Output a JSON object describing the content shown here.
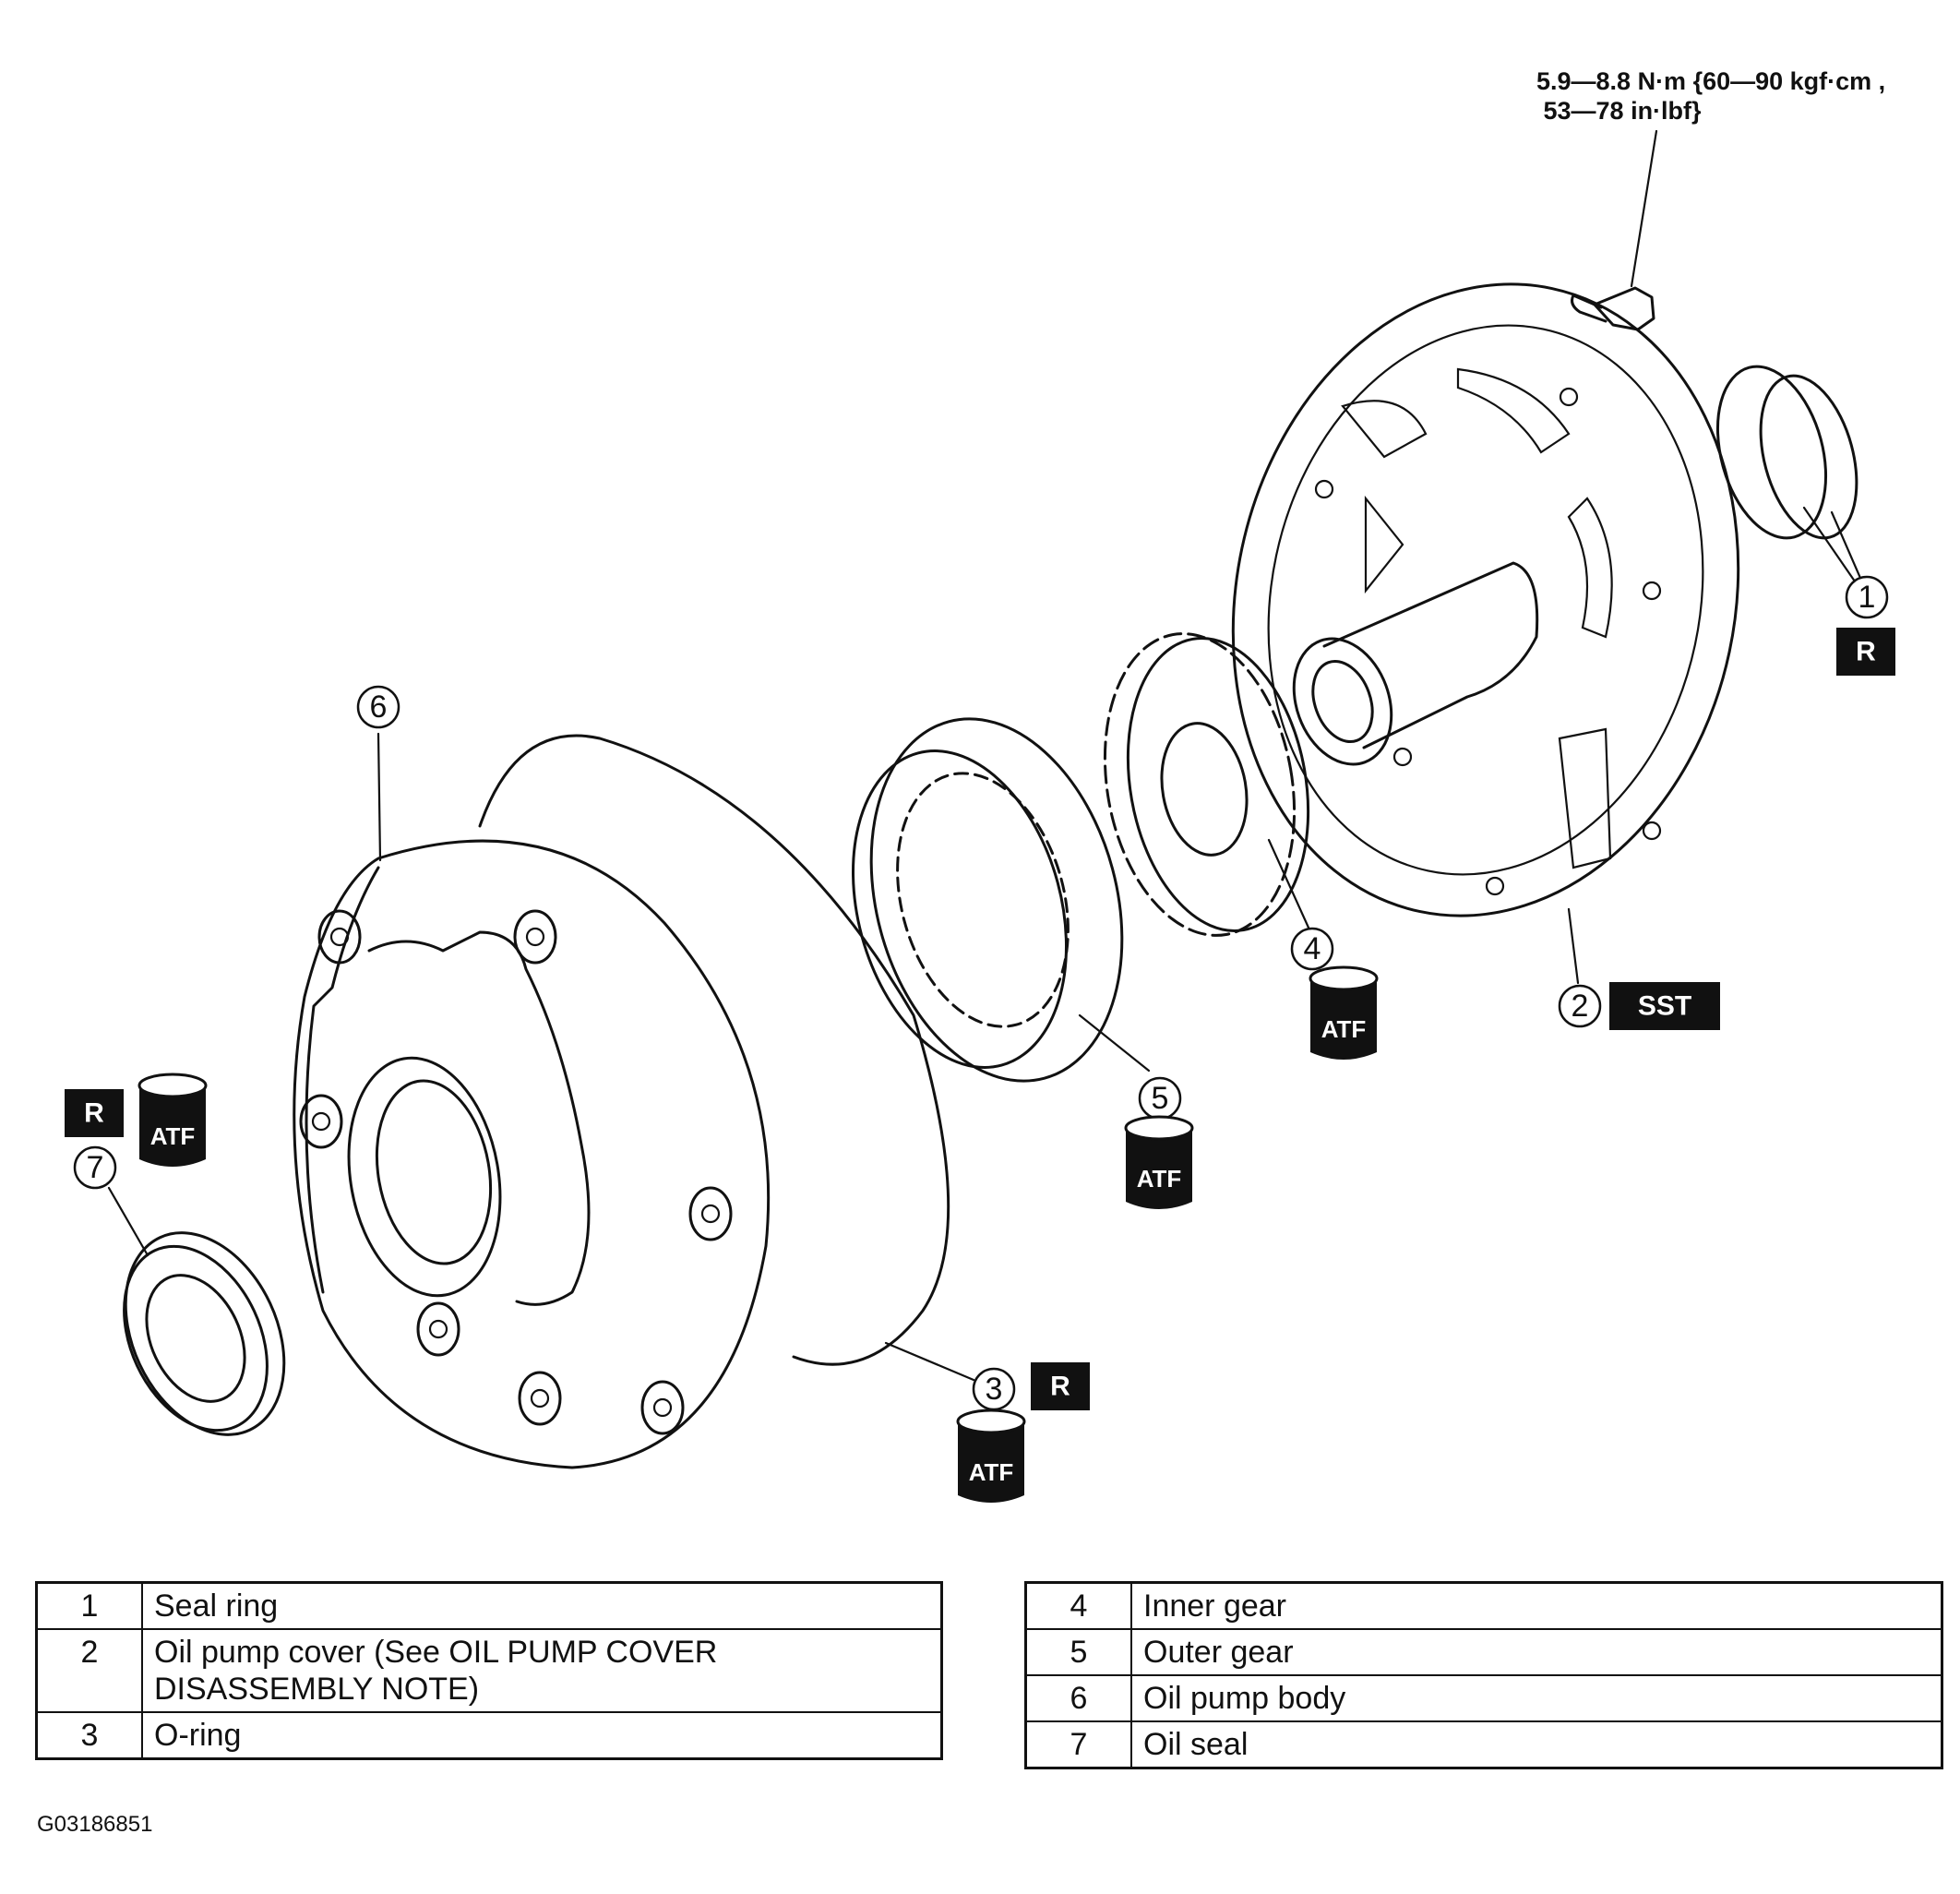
{
  "torque_spec": "5.9—8.8 N·m {60—90 kgf·cm ,\n 53—78 in·lbf}",
  "callouts": [
    "1",
    "2",
    "3",
    "4",
    "5",
    "6",
    "7"
  ],
  "badges": {
    "replace": "R",
    "special_tool": "SST",
    "fluid": "ATF"
  },
  "parts": [
    {
      "num": "1",
      "name": "Seal ring"
    },
    {
      "num": "2",
      "name": "Oil pump cover (See OIL PUMP COVER DISASSEMBLY NOTE)"
    },
    {
      "num": "3",
      "name": "O-ring"
    },
    {
      "num": "4",
      "name": "Inner gear"
    },
    {
      "num": "5",
      "name": "Outer gear"
    },
    {
      "num": "6",
      "name": "Oil pump body"
    },
    {
      "num": "7",
      "name": "Oil seal"
    }
  ],
  "figure_id": "G03186851"
}
